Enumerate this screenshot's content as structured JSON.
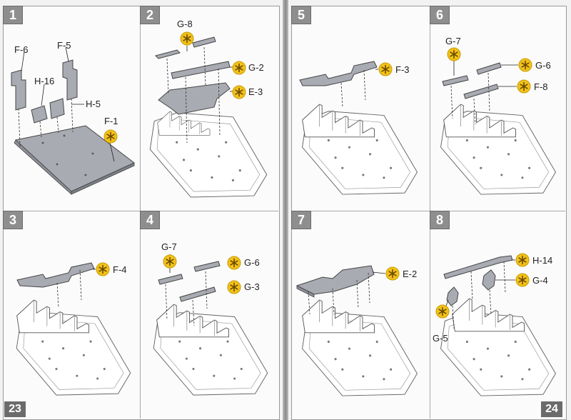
{
  "page_numbers": {
    "left": "23",
    "right": "24"
  },
  "steps": [
    {
      "number": "1",
      "labels": {
        "f6": "F-6",
        "f5": "F-5",
        "h16": "H-16",
        "h5": "H-5",
        "f1": "F-1"
      }
    },
    {
      "number": "2",
      "labels": {
        "g8": "G-8",
        "g2": "G-2",
        "e3": "E-3"
      }
    },
    {
      "number": "3",
      "labels": {
        "f4": "F-4"
      }
    },
    {
      "number": "4",
      "labels": {
        "g7": "G-7",
        "g6": "G-6",
        "g3": "G-3"
      }
    },
    {
      "number": "5",
      "labels": {
        "f3": "F-3"
      }
    },
    {
      "number": "6",
      "labels": {
        "g7": "G-7",
        "g6": "G-6",
        "f8": "F-8"
      }
    },
    {
      "number": "7",
      "labels": {
        "e2": "E-2"
      }
    },
    {
      "number": "8",
      "labels": {
        "h14": "H-14",
        "g4": "G-4",
        "g5": "G-5"
      }
    }
  ],
  "colors": {
    "glue_marker": "#f2c21b",
    "part_gray": "#a9abb3",
    "frame_gray": "#8e8e8e"
  },
  "icons": {
    "glue_marker": "asterisk-in-yellow-circle"
  }
}
